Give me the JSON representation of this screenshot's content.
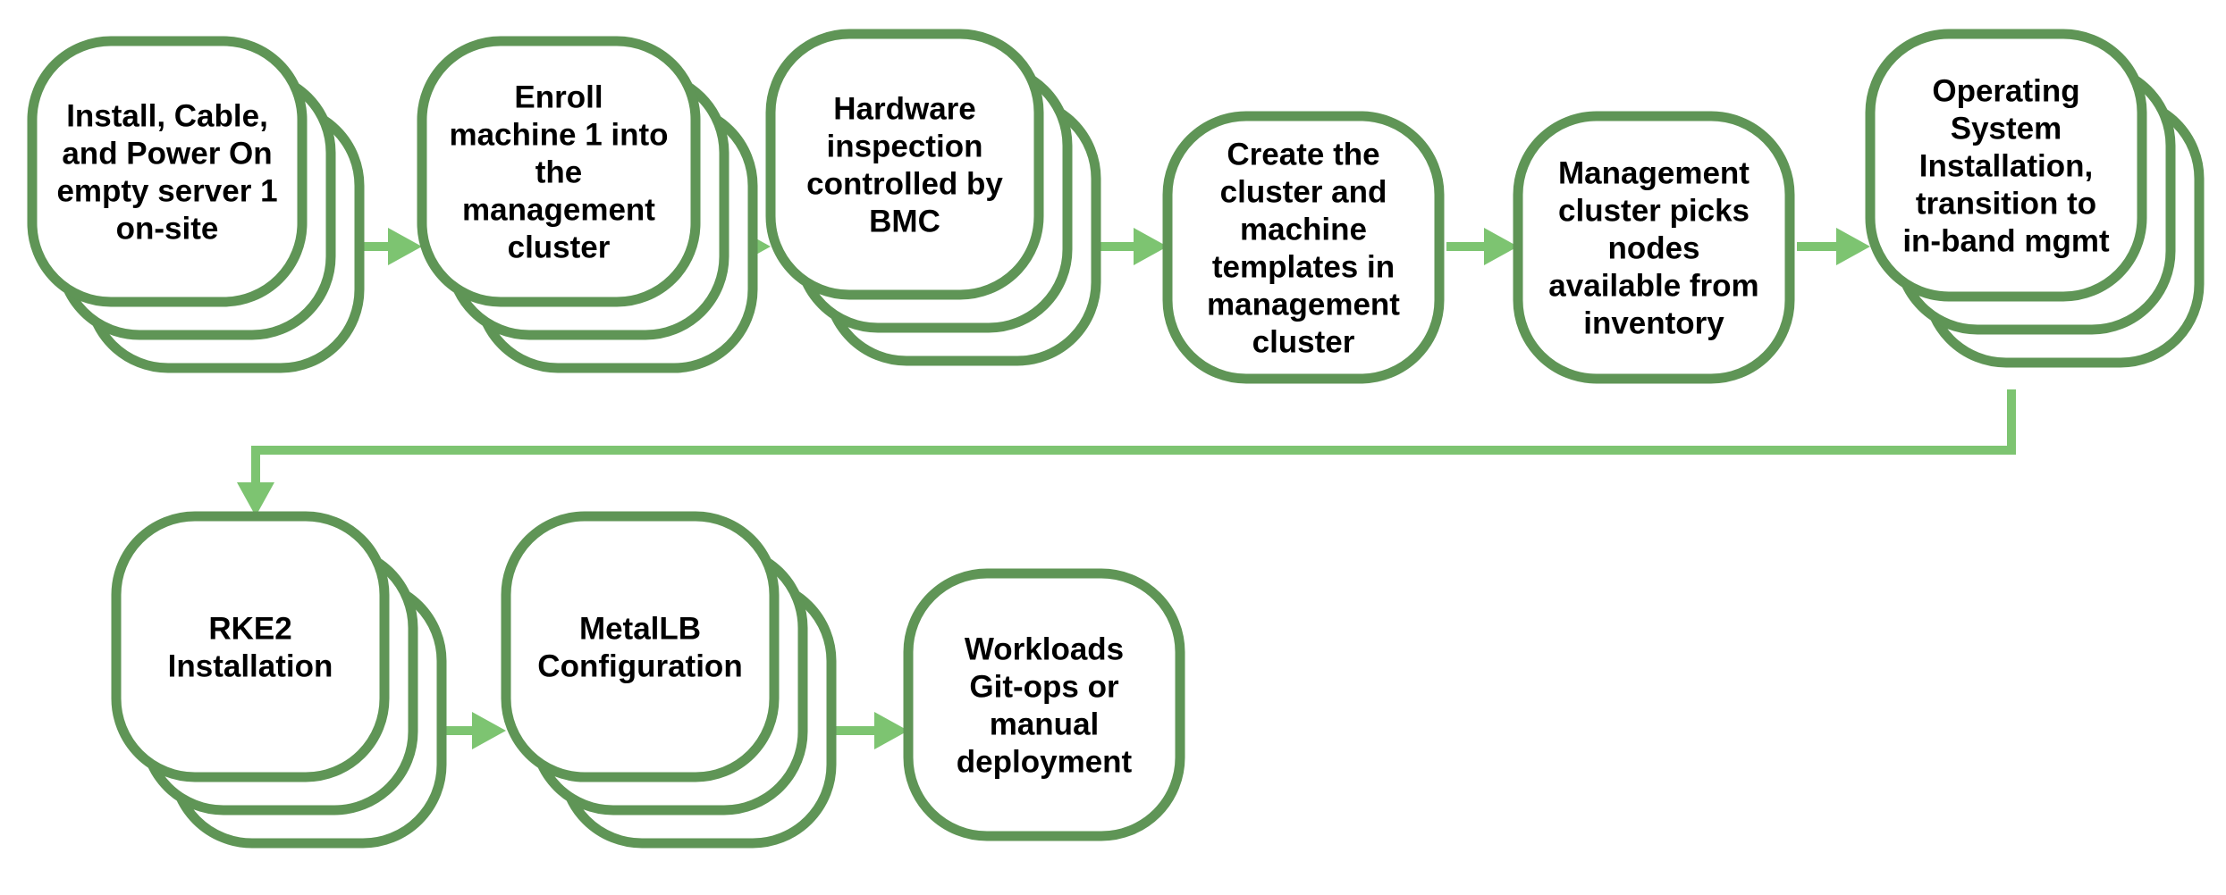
{
  "colors": {
    "box_stroke": "#5f9556",
    "box_fill": "#ffffff",
    "arrow": "#7dc471",
    "text": "#000000"
  },
  "steps": [
    {
      "id": "install",
      "stacked": true,
      "lines": [
        "Install, Cable,",
        "and Power On",
        "empty server 1",
        "on-site"
      ]
    },
    {
      "id": "enroll",
      "stacked": true,
      "lines": [
        "Enroll",
        "machine 1 into",
        "the",
        "management",
        "cluster"
      ]
    },
    {
      "id": "inspection",
      "stacked": true,
      "lines": [
        "Hardware",
        "inspection",
        "controlled by",
        "BMC"
      ]
    },
    {
      "id": "templates",
      "stacked": false,
      "lines": [
        "Create the",
        "cluster and",
        "machine",
        "templates in",
        "management",
        "cluster"
      ]
    },
    {
      "id": "pick-nodes",
      "stacked": false,
      "lines": [
        "Management",
        "cluster picks",
        "nodes",
        "available from",
        "inventory"
      ]
    },
    {
      "id": "os-install",
      "stacked": true,
      "lines": [
        "Operating",
        "System",
        "Installation,",
        "transition to",
        "in-band mgmt"
      ]
    },
    {
      "id": "rke2",
      "stacked": true,
      "lines": [
        "RKE2",
        "Installation"
      ]
    },
    {
      "id": "metallb",
      "stacked": true,
      "lines": [
        "MetalLB",
        "Configuration"
      ]
    },
    {
      "id": "workloads",
      "stacked": false,
      "lines": [
        "Workloads",
        "Git-ops or",
        "manual",
        "deployment"
      ]
    }
  ],
  "connections": [
    {
      "from": "install",
      "to": "enroll"
    },
    {
      "from": "enroll",
      "to": "inspection"
    },
    {
      "from": "inspection",
      "to": "templates"
    },
    {
      "from": "templates",
      "to": "pick-nodes"
    },
    {
      "from": "pick-nodes",
      "to": "os-install"
    },
    {
      "from": "os-install",
      "to": "rke2"
    },
    {
      "from": "rke2",
      "to": "metallb"
    },
    {
      "from": "metallb",
      "to": "workloads"
    }
  ]
}
